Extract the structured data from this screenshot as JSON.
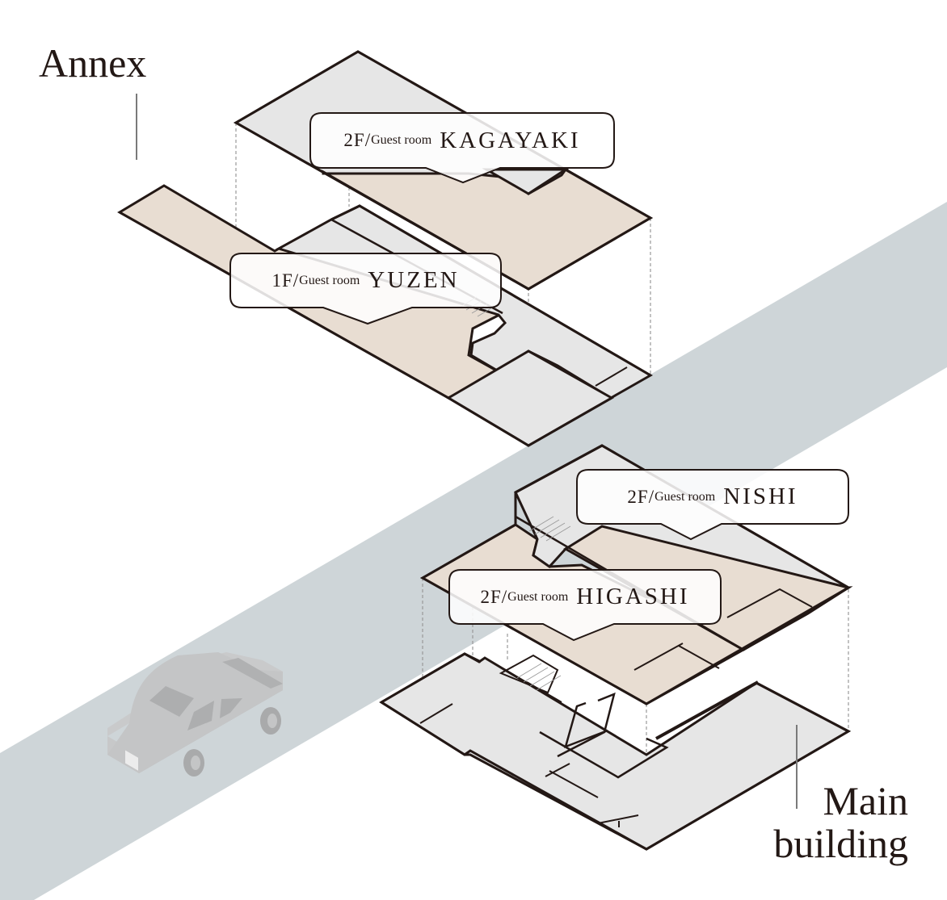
{
  "diagram": {
    "type": "isometric-floor-plan",
    "buildings": [
      {
        "name": "Annex",
        "floors": [
          "2F",
          "1F"
        ]
      },
      {
        "name": "Main building",
        "floors": [
          "2F",
          "1F"
        ]
      }
    ]
  },
  "labels": {
    "annex": "Annex",
    "main_line1": "Main",
    "main_line2": "building"
  },
  "callouts": [
    {
      "floor": "2F/",
      "kind": "Guest room",
      "name": "KAGAYAKI"
    },
    {
      "floor": "1F/",
      "kind": "Guest room",
      "name": "YUZEN"
    },
    {
      "floor": "2F/",
      "kind": "Guest room",
      "name": "NISHI"
    },
    {
      "floor": "2F/",
      "kind": "Guest room",
      "name": "HIGASHI"
    }
  ],
  "colors": {
    "road": "#ced5d8",
    "guest_room": "#e8ddd2",
    "common_area": "#e6e6e6",
    "wall": "#231815",
    "car": "#c4c5c6"
  }
}
